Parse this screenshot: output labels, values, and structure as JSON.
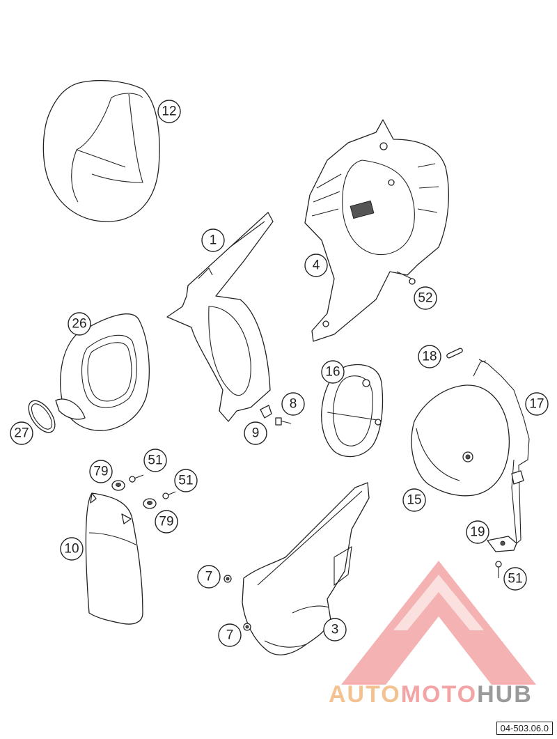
{
  "callouts": [
    "12",
    "1",
    "4",
    "52",
    "26",
    "16",
    "18",
    "17",
    "8",
    "9",
    "27",
    "15",
    "79",
    "51",
    "51",
    "79",
    "10",
    "19",
    "51",
    "7",
    "7",
    "3"
  ],
  "watermark": {
    "part1": "AUTO",
    "part2": "MOTO",
    "part3": "HUB",
    "colors": {
      "orange": "#f4c290",
      "red": "#f3a4a4",
      "gray": "#9a9a9a"
    }
  },
  "diagram_code": "04-503.06.0"
}
